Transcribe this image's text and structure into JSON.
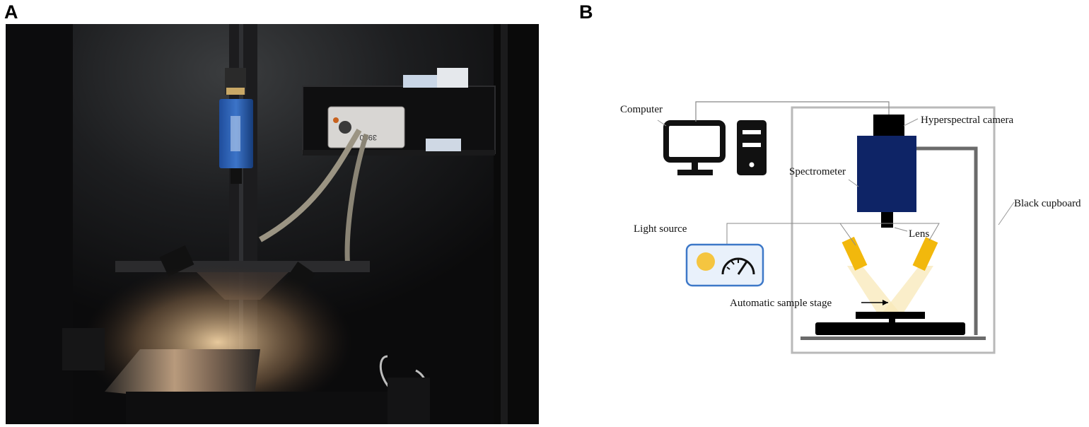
{
  "panels": {
    "a_label": "A",
    "b_label": "B"
  },
  "diagram": {
    "computer": "Computer",
    "hyperspectral_camera": "Hyperspectral camera",
    "spectrometer": "Spectrometer",
    "black_cupboard": "Black cupboard",
    "light_source": "Light source",
    "lens": "Lens",
    "sample_stage": "Automatic sample stage"
  },
  "photo": {
    "lamp_text": "3900"
  },
  "colors": {
    "camera_body": "#0e2466",
    "lamp_yellow": "#f2b80c",
    "light_source_border": "#3d78c8",
    "light_source_fill": "#e9f1fb",
    "sun_yellow": "#f5c540",
    "cupboard_grey": "#b9b9b9",
    "rod_grey": "#6b6b6b"
  }
}
